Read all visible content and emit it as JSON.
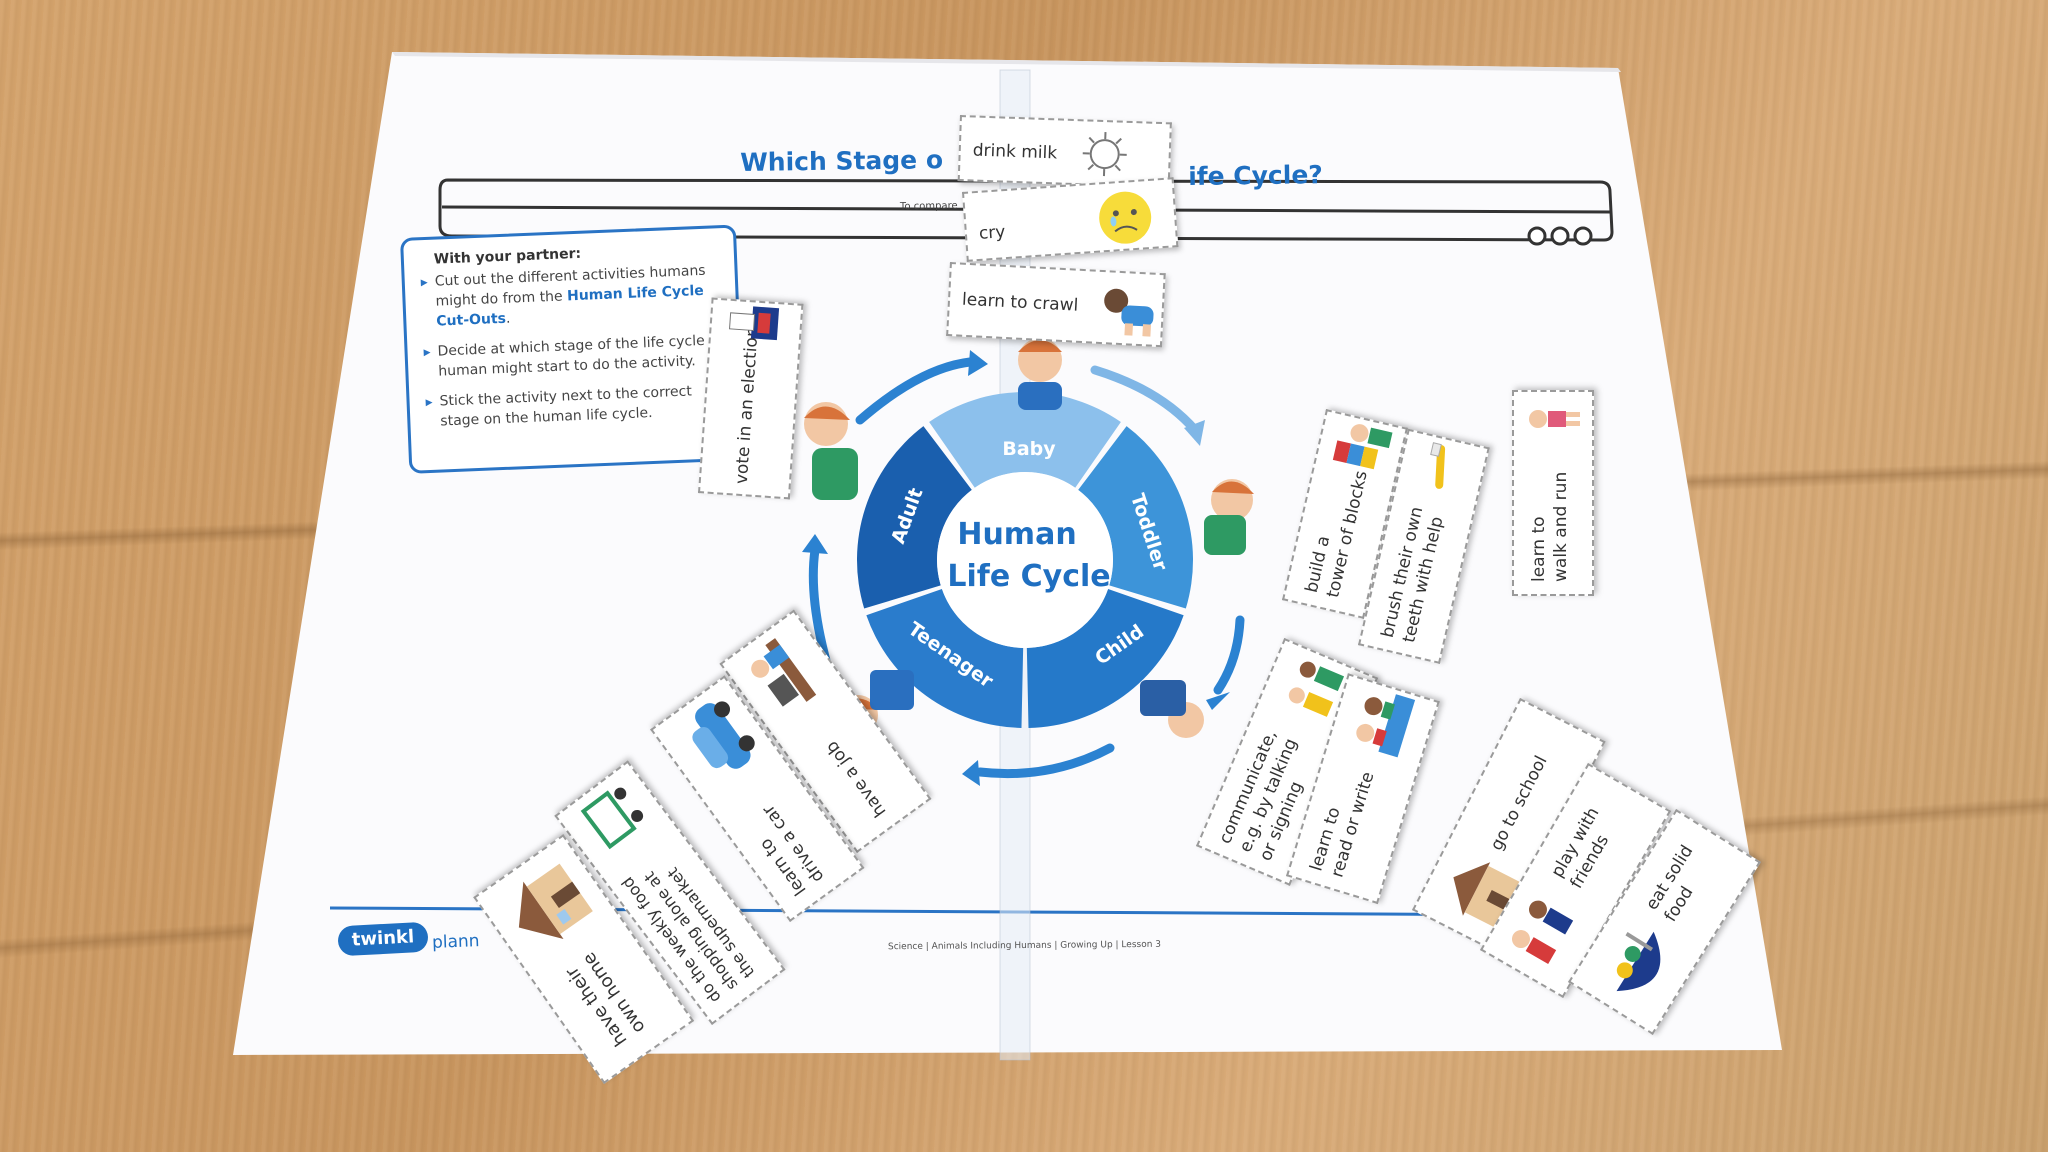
{
  "worksheet": {
    "title_left": "Which Stage o",
    "title_right": "ife Cycle?",
    "subtitle": "To compare",
    "instructions": {
      "heading": "With your partner:",
      "step1_a": "Cut out the different activities humans might do from the ",
      "step1_highlight": "Human Life Cycle Cut-Outs",
      "step1_b": ".",
      "step2": "Decide at which stage of the life cycle a human might start to do the activity.",
      "step3": "Stick the activity next to the correct stage on the human life cycle."
    },
    "footer": "Science | Animals Including Humans | Growing Up | Lesson 3",
    "brand": "twinkl",
    "brand_suffix": "plann"
  },
  "wheel": {
    "center_line1": "Human",
    "center_line2": "Life Cycle",
    "segments": [
      "Baby",
      "Toddler",
      "Child",
      "Teenager",
      "Adult"
    ],
    "colors": {
      "baby": "#8cc0ec",
      "toddler": "#3d94d9",
      "child": "#2579c9",
      "teenager": "#2a7ccc",
      "adult": "#1a5fae",
      "arrow": "#2b82d1"
    }
  },
  "cards": {
    "drink_milk": "drink milk",
    "cry": "cry",
    "learn_to_crawl": "learn to crawl",
    "vote": "vote in an election",
    "build_tower": "build a\ntower of blocks",
    "brush_teeth": "brush their own\nteeth with help",
    "walk_run": "learn to\nwalk and run",
    "communicate": "communicate,\ne.g. by talking\nor signing",
    "read_write": "learn to\nread or write",
    "go_to_school": "go to school",
    "play_friends": "play with\nfriends",
    "eat_solid": "eat solid\nfood",
    "have_job": "have a job",
    "drive_car": "learn to\ndrive a car",
    "shopping": "do the weekly food\nshopping alone at\nthe supermarket",
    "own_home": "have their\nown home"
  }
}
